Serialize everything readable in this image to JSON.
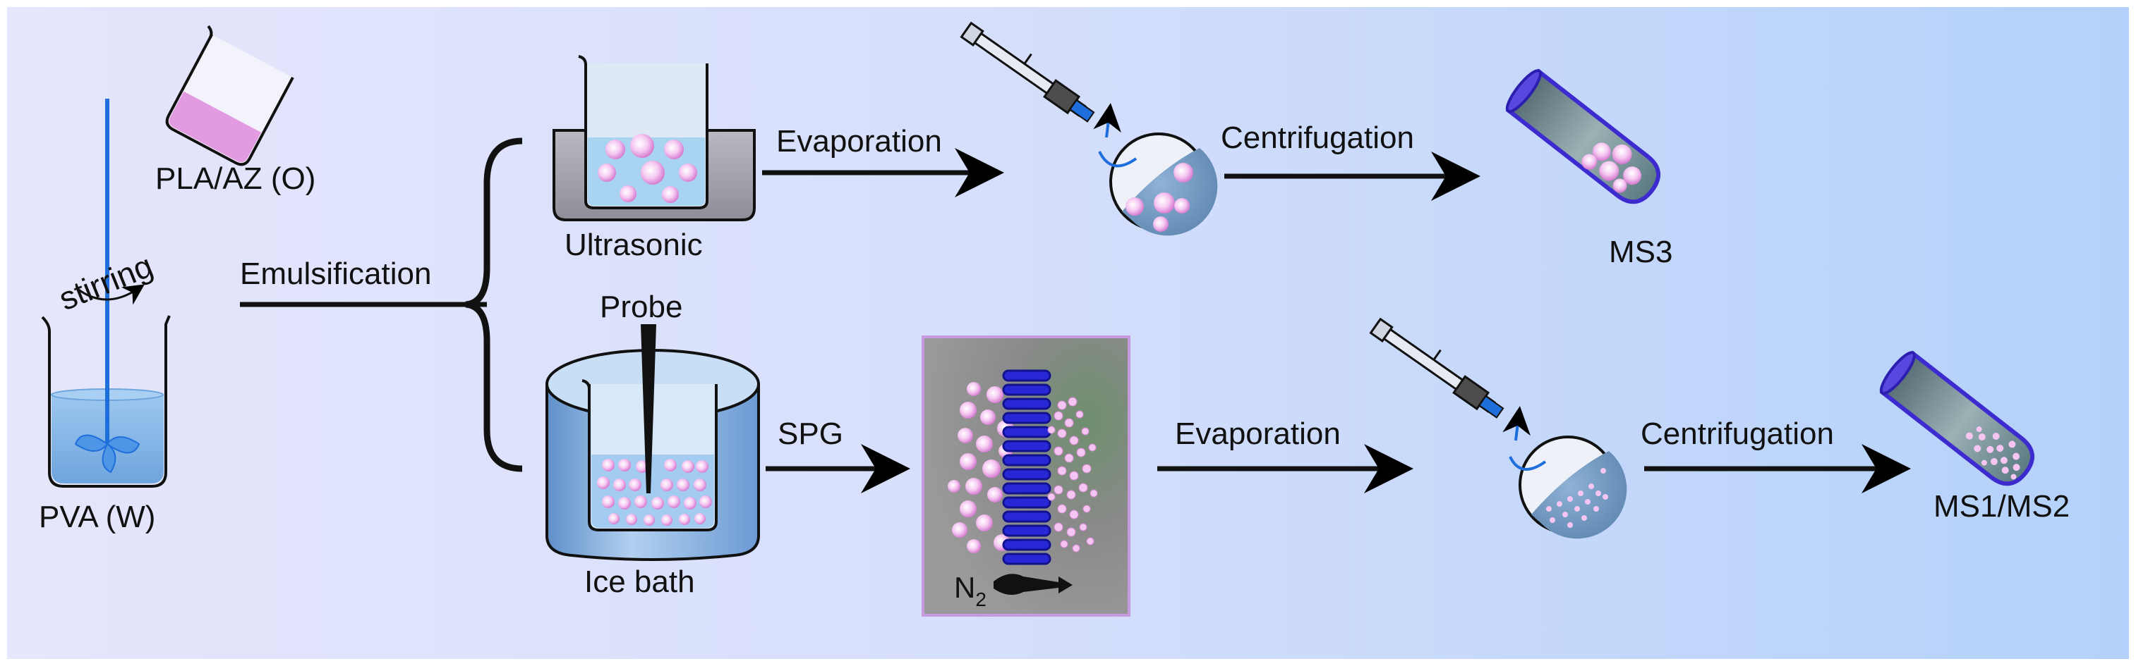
{
  "labels": {
    "pla_az": "PLA/AZ (O)",
    "stirring": "stirring",
    "pva": "PVA (W)",
    "emulsification": "Emulsification",
    "ultrasonic": "Ultrasonic",
    "probe": "Probe",
    "ice_bath": "Ice bath",
    "spg": "SPG",
    "evaporation_top": "Evaporation",
    "evaporation_bottom": "Evaporation",
    "centrifugation_top": "Centrifugation",
    "centrifugation_bottom": "Centrifugation",
    "ms3": "MS3",
    "ms1_ms2": "MS1/MS2",
    "n2": "N",
    "n2_sub": "2"
  },
  "colors": {
    "background_left": "#e4e4fb",
    "background_right": "#b3d1fa",
    "droplet": "#f2b8ee",
    "membrane": "#1e1ec8",
    "stir_rod": "#1e6fdc",
    "water": "#8cbbe9",
    "ice": "#9ec3ec",
    "oil": "#e59ee4",
    "tube_glass": "#6b8f95",
    "tube_rim": "#4b34d8"
  },
  "icons": [
    "beaker-icon",
    "stir-rod-icon",
    "flask-icon",
    "ultrasonic-bath-icon",
    "probe-icon",
    "ice-bath-icon",
    "spg-membrane-icon",
    "rotary-flask-icon",
    "test-tube-icon",
    "arrow-icon"
  ]
}
